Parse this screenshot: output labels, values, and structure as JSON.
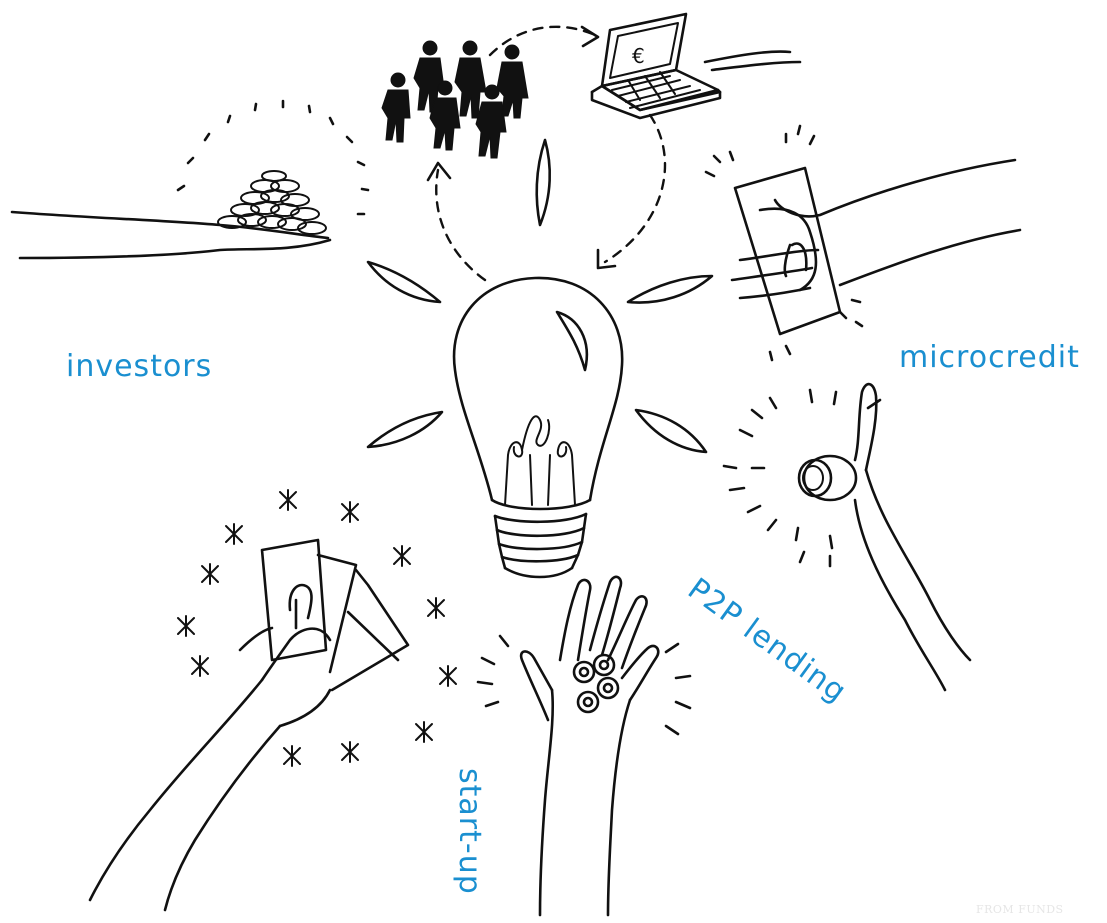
{
  "labels": {
    "investors": "investors",
    "microcredit": "microcredit",
    "p2p_lending": "P2P lending",
    "start_up": "start-up"
  },
  "watermark": "FROM FUNDS",
  "colors": {
    "label": "#1a8fd0",
    "ink": "#111111",
    "background": "#ffffff"
  },
  "icons": {
    "center": "lightbulb-icon",
    "community": "group-of-people-icon",
    "online": "laptop-euro-icon",
    "investors": "hand-with-coins-icon",
    "microcredit": "hand-holding-banknote-icon",
    "p2p": "hand-holding-coin-icon",
    "startup": "open-hand-with-coins-icon",
    "funds": "hand-with-fanned-banknotes-icon"
  },
  "currency_symbol": "€"
}
